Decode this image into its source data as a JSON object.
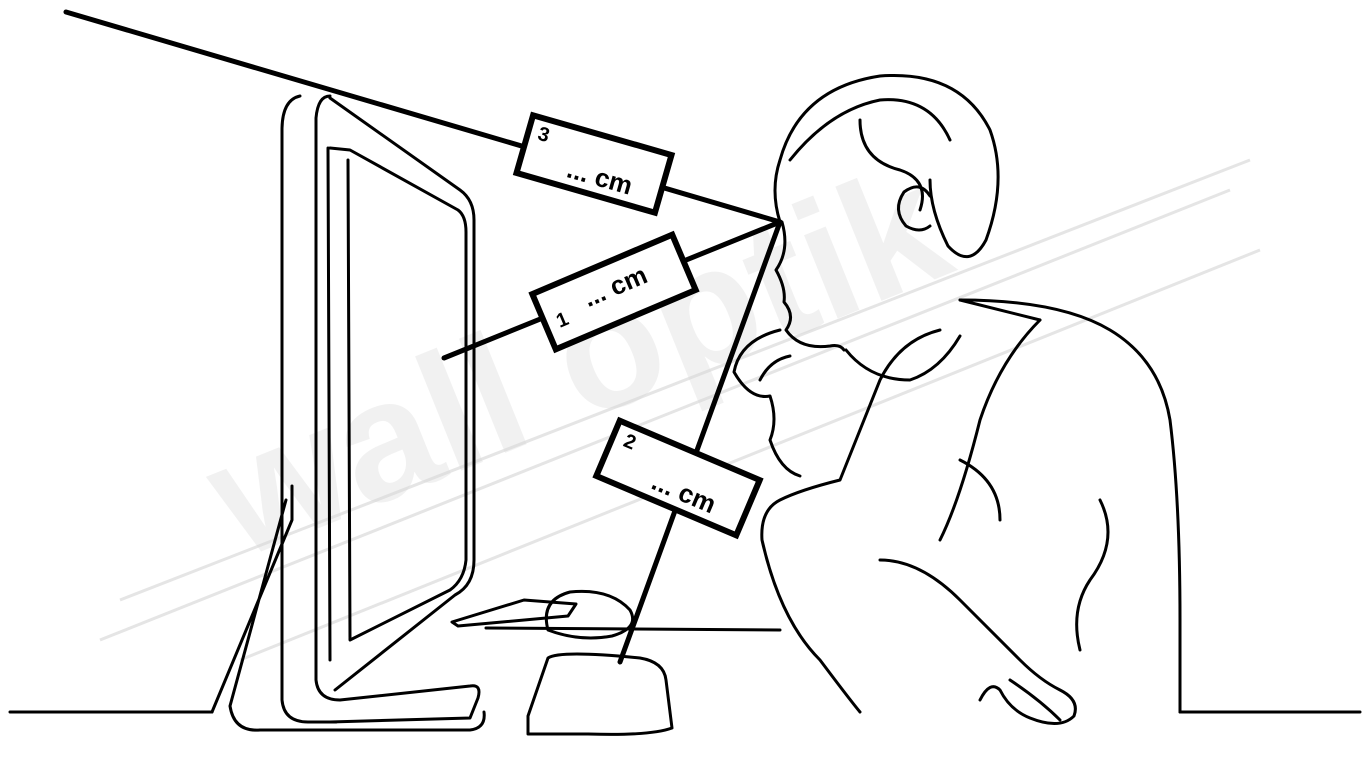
{
  "watermark": {
    "text": "wall optik"
  },
  "labels": [
    {
      "id": "3",
      "number": "3",
      "text": "... cm"
    },
    {
      "id": "1",
      "number": "1",
      "text": "... cm"
    },
    {
      "id": "2",
      "number": "2",
      "text": "... cm"
    }
  ]
}
